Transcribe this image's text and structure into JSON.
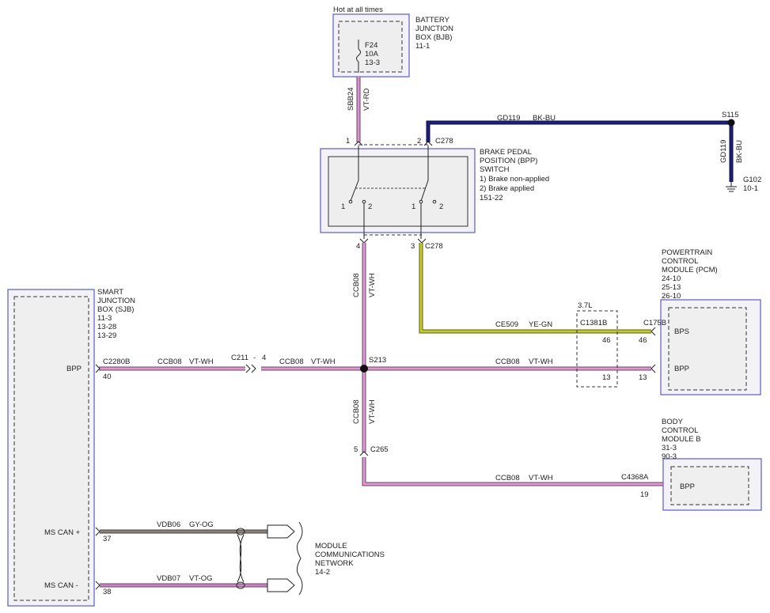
{
  "bjb": {
    "hot_label": "Hot at all times",
    "name_lines": [
      "BATTERY",
      "JUNCTION",
      "BOX (BJB)"
    ],
    "ref": "11-1",
    "fuse_name": "F24",
    "fuse_rating": "10A",
    "fuse_ref": "13-3"
  },
  "wire_sbb24": {
    "circuit": "SBB24",
    "color": "VT-RD"
  },
  "wire_gd119_top": {
    "circuit": "GD119",
    "color": "BK-BU"
  },
  "wire_gd119_vert": {
    "circuit": "GD119",
    "color": "BK-BU"
  },
  "splice_s115": "S115",
  "ground_g102": {
    "name": "G102",
    "ref": "10-1"
  },
  "bpp_switch": {
    "name_lines": [
      "BRAKE PEDAL",
      "POSITION (BPP)",
      "SWITCH"
    ],
    "legend_1": "1) Brake non-applied",
    "legend_2": "2) Brake applied",
    "ref": "151-22",
    "pin_1": "1",
    "pin_2": "2",
    "pin_3": "3",
    "pin_4": "4",
    "connector_top": "C278",
    "connector_bottom": "C278",
    "sw1_pos1": "1",
    "sw1_pos2": "2",
    "sw2_pos1": "1",
    "sw2_pos2": "2"
  },
  "wire_ccb08_vert_top": {
    "circuit": "CCB08",
    "color": "VT-WH"
  },
  "wire_ccb08_vert_bottom": {
    "circuit": "CCB08",
    "color": "VT-WH"
  },
  "splice_s213": "S213",
  "pcm": {
    "name_lines": [
      "POWERTRAIN",
      "CONTROL",
      "MODULE (PCM)"
    ],
    "refs": [
      "24-10",
      "25-13",
      "26-10"
    ],
    "pin_bps": "BPS",
    "pin_bpp": "BPP"
  },
  "engine_variant": "3.7L",
  "connector_c1381b": {
    "name": "C1381B",
    "pin_top": "46",
    "pin_bottom": "13"
  },
  "connector_c175b": {
    "name": "C175B",
    "pin_top": "46",
    "pin_bottom": "13"
  },
  "wire_ce509": {
    "circuit": "CE509",
    "color": "YE-GN"
  },
  "wire_ccb08_pcm": {
    "circuit": "CCB08",
    "color": "VT-WH"
  },
  "sjb": {
    "name_lines": [
      "SMART",
      "JUNCTION",
      "BOX (SJB)"
    ],
    "refs": [
      "11-3",
      "13-28",
      "13-29"
    ],
    "pin_bpp": "BPP",
    "pin_ms_can_plus": "MS CAN +",
    "pin_ms_can_minus": "MS CAN -"
  },
  "connector_c2280b": {
    "name": "C2280B",
    "pin": "40"
  },
  "wire_ccb08_sjb": {
    "circuit": "CCB08",
    "color": "VT-WH"
  },
  "connector_c211": {
    "name": "C211",
    "dash": "-",
    "pin": "4"
  },
  "wire_ccb08_mid": {
    "circuit": "CCB08",
    "color": "VT-WH"
  },
  "connector_c265": {
    "name": "C265",
    "pin": "5"
  },
  "bcm": {
    "name_lines": [
      "BODY",
      "CONTROL",
      "MODULE B"
    ],
    "refs": [
      "31-3",
      "90-3"
    ],
    "pin_bpp": "BPP"
  },
  "connector_c4368a": {
    "name": "C4368A",
    "pin": "19"
  },
  "wire_ccb08_bcm": {
    "circuit": "CCB08",
    "color": "VT-WH"
  },
  "wire_vdb06": {
    "circuit": "VDB06",
    "color": "GY-OG",
    "pin": "37"
  },
  "wire_vdb07": {
    "circuit": "VDB07",
    "color": "VT-OG",
    "pin": "38"
  },
  "network": {
    "name_lines": [
      "MODULE",
      "COMMUNICATIONS",
      "NETWORK"
    ],
    "ref": "14-2"
  },
  "wire_colors": {
    "vt_rd": "#e98ad8",
    "vt_wh": "#ec8fdc",
    "bk_bu": "#1b1f7a",
    "ye_gn": "#c8d400",
    "gy_og": "#8a8078",
    "vt_og": "#d97ad0"
  },
  "border_color": "#5b5bd6"
}
